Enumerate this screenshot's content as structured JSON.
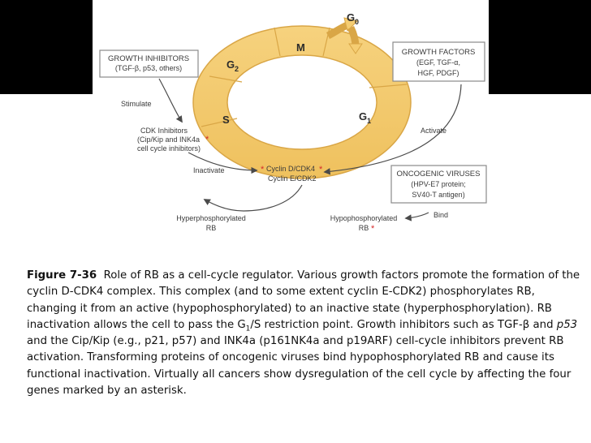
{
  "diagram": {
    "phases": {
      "m": "M",
      "g2": "G",
      "g2_sub": "2",
      "s": "S",
      "g1": "G",
      "g1_sub": "1",
      "g0": "G",
      "g0_sub": "0"
    },
    "growth_inhibitors": {
      "title": "GROWTH INHIBITORS",
      "line2": "(TGF-β, p53, others)"
    },
    "growth_factors": {
      "title": "GROWTH FACTORS",
      "line2": "(EGF, TGF-α,",
      "line3": "HGF, PDGF)"
    },
    "oncogenic_viruses": {
      "title": "ONCOGENIC VIRUSES",
      "line2": "(HPV-E7 protein;",
      "line3": "SV40-T antigen)"
    },
    "labels": {
      "stimulate": "Stimulate",
      "cdk_inhibitors_1": "CDK Inhibitors",
      "cdk_inhibitors_2": "(Cip/Kip and INK4a",
      "cdk_inhibitors_3": "cell cycle inhibitors)",
      "inactivate": "Inactivate",
      "activate": "Activate",
      "cyclin_d": "Cyclin D/CDK4",
      "cyclin_e": "Cyclin E/CDK2",
      "bind": "Bind",
      "hyper_1": "Hyperphosphorylated",
      "hyper_2": "RB",
      "hypo_1": "Hypophosphorylated",
      "hypo_2": "RB",
      "asterisk": "*"
    },
    "colors": {
      "ring_fill": "#f5cd72",
      "ring_edge": "#d9a646",
      "box_border": "#8a8a8a",
      "arrow": "#4a4a4a",
      "star": "#d62a2a"
    }
  },
  "caption": {
    "figure_label": "Figure 7-36",
    "p1": "Role of RB as a cell-cycle regulator. Various growth factors promote the formation of the cyclin D-CDK4 complex. This complex (and to some extent cyclin E-CDK2) phosphorylates RB, changing it from an active (hypophosphorylated) to an inactive state (hyperphosphorylation). RB inactivation allows the cell to pass the G",
    "sub1": "1",
    "p2": "/S restriction point. Growth inhibitors such as TGF-β and ",
    "p53": "p53",
    "p3": " and the Cip/Kip (e.g., p21, p57) and INK4a (p161NK4a and p19ARF) cell-cycle inhibitors prevent RB activation. Transforming proteins of oncogenic viruses bind hypophosphorylated RB and cause its functional inactivation. Virtually all cancers show dysregulation of the cell cycle by affecting the four genes marked by an asterisk."
  }
}
